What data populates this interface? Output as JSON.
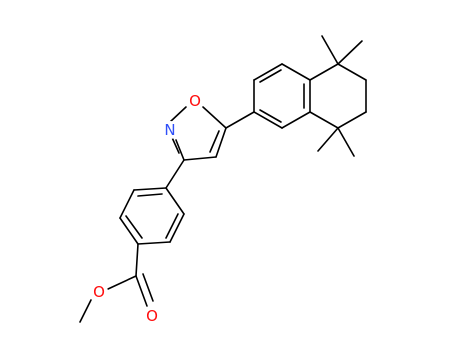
{
  "structure": {
    "atoms": [
      {
        "id": "O1",
        "label": "O",
        "color": "#ff0d0d"
      },
      {
        "id": "N1",
        "label": "N",
        "color": "#3050f8"
      },
      {
        "id": "O2",
        "label": "O",
        "color": "#ff0d0d"
      },
      {
        "id": "O3",
        "label": "O",
        "color": "#ff0d0d"
      }
    ],
    "colors": {
      "bond": "#000000",
      "oxygen": "#ff0d0d",
      "nitrogen": "#3050f8"
    }
  }
}
